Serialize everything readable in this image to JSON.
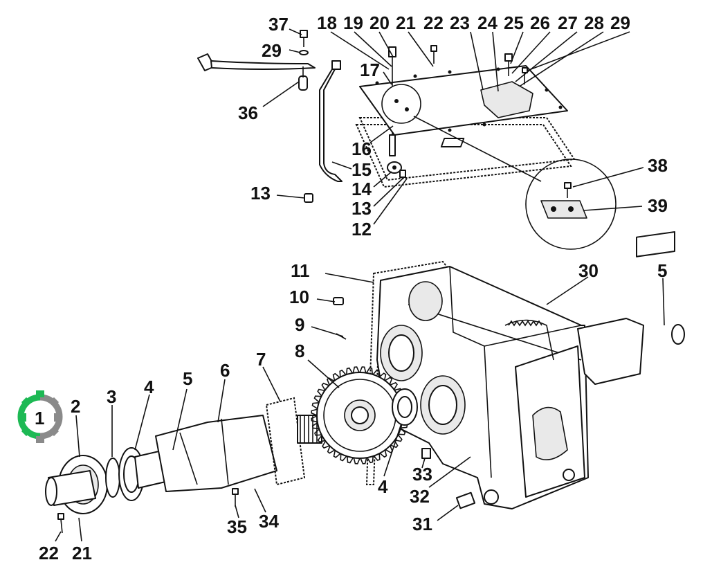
{
  "brand": {
    "logo_color_green": "#1db954",
    "logo_color_grey": "#8a8a8a",
    "logo_text": "1"
  },
  "callouts": {
    "n37": "37",
    "n29a": "29",
    "n36": "36",
    "n18": "18",
    "n19": "19",
    "n20": "20",
    "n21a": "21",
    "n22a": "22",
    "n23": "23",
    "n24": "24",
    "n25": "25",
    "n26": "26",
    "n27": "27",
    "n28": "28",
    "n29b": "29",
    "n17": "17",
    "n16": "16",
    "n15": "15",
    "n14": "14",
    "n13a": "13",
    "n13b": "13",
    "n12": "12",
    "n38": "38",
    "n39": "39",
    "n11": "11",
    "n10": "10",
    "n9": "9",
    "n8": "8",
    "n30": "30",
    "n5a": "5",
    "n2": "2",
    "n3": "3",
    "n4a": "4",
    "n5b": "5",
    "n6": "6",
    "n7": "7",
    "n4b": "4",
    "n33": "33",
    "n32": "32",
    "n31": "31",
    "n35": "35",
    "n34": "34",
    "n22b": "22",
    "n21b": "21"
  }
}
